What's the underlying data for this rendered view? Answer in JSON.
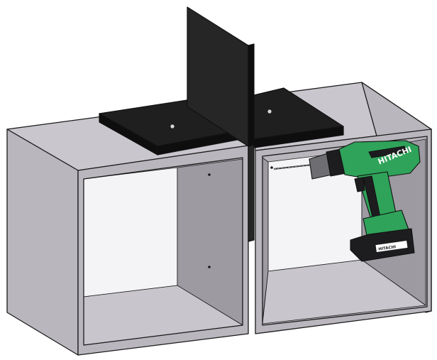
{
  "illustration": {
    "drill_brand": "HITACHI",
    "battery_brand": "HITACHI",
    "colors": {
      "cabinet_face": "#b9b6bd",
      "cabinet_top": "#c9c6cd",
      "cabinet_inner_side": "#9d9aa2",
      "cabinet_inner_bottom": "#c8c5cc",
      "cabinet_back": "#f4f4f6",
      "jig": "#262626",
      "jig_top": "#1f1f1f",
      "drill_body": "#2fa35a",
      "drill_dark": "#1d1d1f",
      "drill_chuck": "#6e6e72",
      "outline": "#1a1a1a"
    },
    "icons": [
      "jig-plate",
      "jig-fence",
      "drill-icon",
      "battery-icon"
    ]
  }
}
